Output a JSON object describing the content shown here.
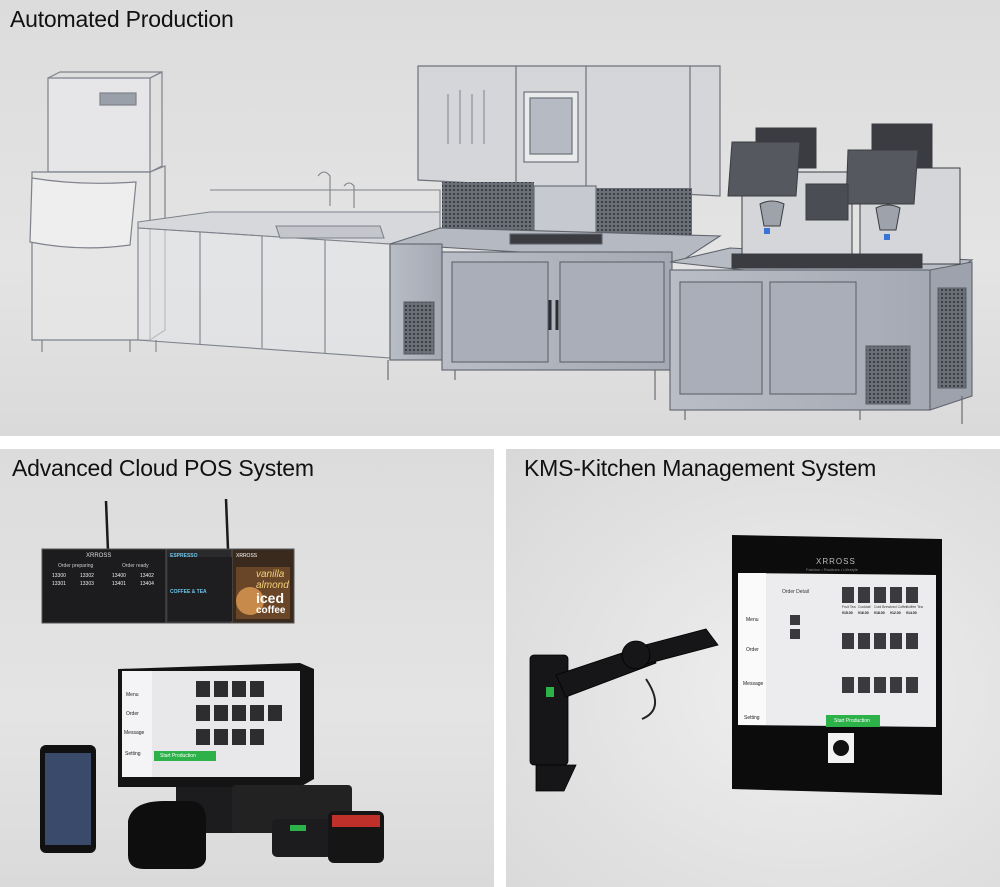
{
  "sections": {
    "automated_production": {
      "title": "Automated Production"
    },
    "pos_system": {
      "title": "Advanced Cloud POS System"
    },
    "kms_system": {
      "title": "KMS-Kitchen Management System"
    }
  },
  "signage": {
    "brand": "XRROSS",
    "order_preparing": "Order preparing",
    "order_ready": "Order ready",
    "preparing_numbers": [
      "13300",
      "13302",
      "13301",
      "13303"
    ],
    "ready_numbers": [
      "13400",
      "13402",
      "13401",
      "13404"
    ],
    "menu_espresso": "ESPRESSO",
    "menu_coffee_tea": "COFFEE & TEA",
    "promo_line1": "vanilla",
    "promo_line2": "almond",
    "promo_line3": "iced",
    "promo_line4": "coffee"
  },
  "pos_screen": {
    "nav": [
      "Menu",
      "Order",
      "Message",
      "Setting"
    ],
    "start_button": "Start Production"
  },
  "kms_screen": {
    "brand": "XRROSS",
    "tagline": "Fashion • Routines • Lifestyle",
    "order_detail": "Order Detail",
    "nav": [
      "Menu",
      "Order",
      "Message",
      "Setting"
    ],
    "drinks_row1": [
      "Fruit Tea",
      "Cocktail",
      "Cold Brew",
      "Iced Coffee",
      "Coffee Tea"
    ],
    "prices": [
      "¥15.00",
      "¥16.00",
      "¥18.00",
      "¥12.00",
      "¥14.00"
    ],
    "start_button": "Start Production"
  },
  "colors": {
    "accent_green": "#2db24a",
    "panel_bg": "#dedede",
    "title_text": "#111111"
  }
}
